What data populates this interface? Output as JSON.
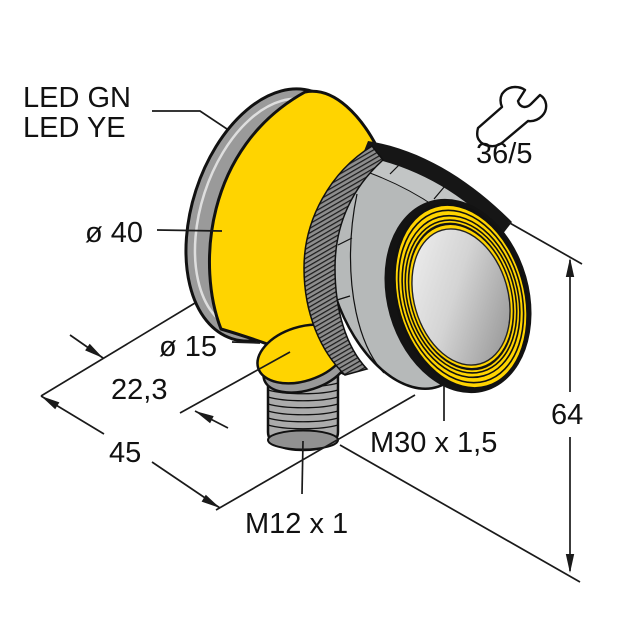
{
  "labels": {
    "led_gn": "LED GN",
    "led_ye": "LED YE",
    "dia40": "ø 40",
    "dia15": "ø 15",
    "dim223": "22,3",
    "dim45": "45",
    "dim64": "64",
    "m30": "M30 x 1,5",
    "m12": "M12 x 1",
    "wrench_size": "36/5"
  },
  "colors": {
    "body_yellow": "#FFD400",
    "metal_gray": "#9A9A9A",
    "nut_gray": "#B6B9B9",
    "outline_black": "#111111",
    "background": "#FFFFFF"
  }
}
